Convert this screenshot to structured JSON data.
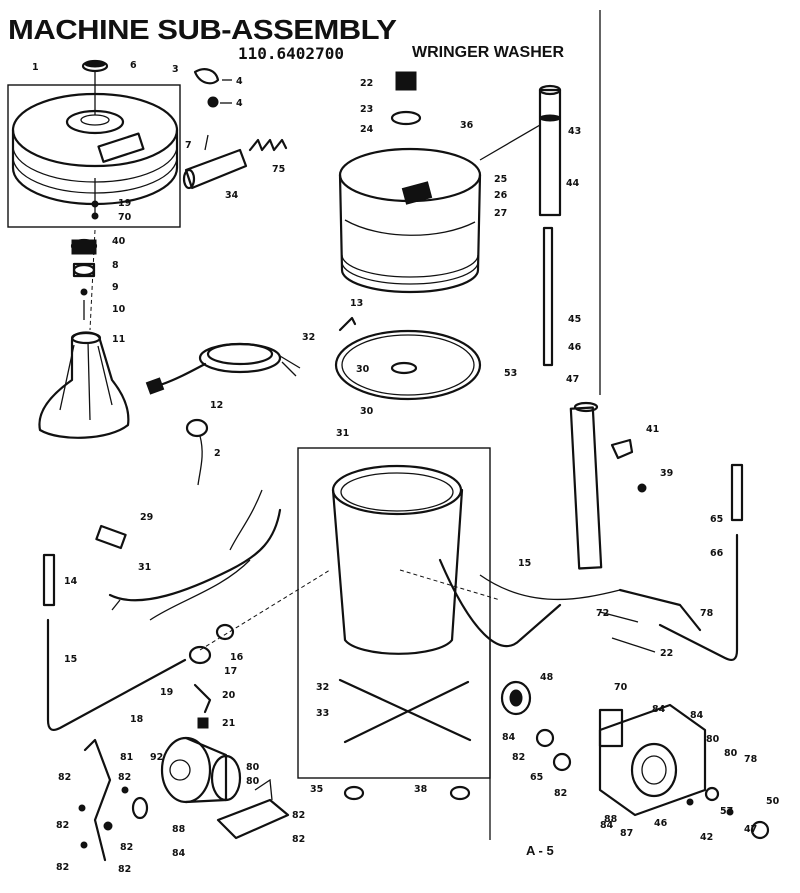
{
  "header": {
    "title": "MACHINE SUB-ASSEMBLY",
    "model": "110.6402700",
    "subtitle": "WRINGER WASHER"
  },
  "page_number": "A - 5",
  "callouts": [
    "1",
    "3",
    "4",
    "4",
    "6",
    "7",
    "75",
    "34",
    "19",
    "70",
    "40",
    "8",
    "9",
    "10",
    "11",
    "12",
    "2",
    "29",
    "31",
    "14",
    "15",
    "16",
    "17",
    "18",
    "19",
    "20",
    "21",
    "22",
    "23",
    "24",
    "36",
    "25",
    "26",
    "27",
    "13",
    "43",
    "44",
    "45",
    "46",
    "32",
    "30",
    "30",
    "31",
    "47",
    "41",
    "39",
    "53",
    "65",
    "66",
    "15",
    "72",
    "78",
    "22",
    "48",
    "70",
    "84",
    "32",
    "33",
    "35",
    "38",
    "82",
    "84",
    "84",
    "82",
    "65",
    "84",
    "88",
    "87",
    "46",
    "80",
    "80",
    "78",
    "57",
    "47",
    "42",
    "50",
    "82",
    "82",
    "81",
    "82",
    "82",
    "82",
    "82",
    "88",
    "84",
    "80",
    "80",
    "82",
    "82",
    "92"
  ]
}
